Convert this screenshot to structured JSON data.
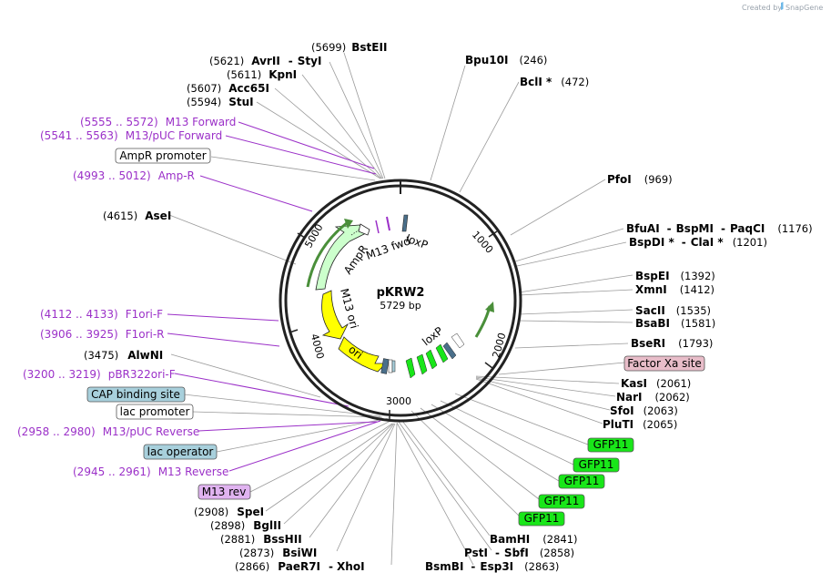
{
  "credit": {
    "prefix": "Created by",
    "brand": "SnapGene"
  },
  "plasmid": {
    "name": "pKRW2",
    "length_label": "5729 bp"
  },
  "ticks": [
    "1000",
    "2000",
    "3000",
    "4000",
    "5000"
  ],
  "inner_labels": {
    "loxp_top": "loxP",
    "m13fwd": "M13 fwd",
    "ampr": "AmpR",
    "m13ori": "M13 ori",
    "ori": "ori",
    "loxp_right": "loxP"
  },
  "colors": {
    "primer": "#9b30c8",
    "gfp": "#19e619",
    "ampr": "#ccffcc",
    "ori": "#ffff00",
    "feature_blue": "#a8d0dc",
    "factor_xa": "#e8bdc9",
    "m13rev": "#e0b3f0",
    "arrow_green": "#5cb85c"
  },
  "enzymes": {
    "bsteii": {
      "pos": "(5699)",
      "name": "BstEII"
    },
    "bpu10i": {
      "name": "Bpu10I",
      "pos": "(246)"
    },
    "avrii": {
      "pos": "(5621)",
      "name": "AvrII",
      "sep": "-",
      "name2": "StyI"
    },
    "kpni": {
      "pos": "(5611)",
      "name": "KpnI"
    },
    "acc65i": {
      "pos": "(5607)",
      "name": "Acc65I"
    },
    "stui": {
      "pos": "(5594)",
      "name": "StuI"
    },
    "bcli": {
      "name": "BclI *",
      "pos": "(472)"
    },
    "pfoi": {
      "name": "PfoI",
      "pos": "(969)"
    },
    "asei": {
      "pos": "(4615)",
      "name": "AseI"
    },
    "bfuai": {
      "name": "BfuAI",
      "sep": "-",
      "name2": "BspMI",
      "sep2": "-",
      "name3": "PaqCI",
      "pos": "(1176)"
    },
    "bspdi": {
      "name": "BspDI *",
      "sep": "-",
      "name2": "ClaI *",
      "pos": "(1201)"
    },
    "bspei": {
      "name": "BspEI",
      "pos": "(1392)"
    },
    "xmni": {
      "name": "XmnI",
      "pos": "(1412)"
    },
    "sacii": {
      "name": "SacII",
      "pos": "(1535)"
    },
    "bsabi": {
      "name": "BsaBI",
      "pos": "(1581)"
    },
    "bseri": {
      "name": "BseRI",
      "pos": "(1793)"
    },
    "alwni": {
      "pos": "(3475)",
      "name": "AlwNI"
    },
    "kasi": {
      "name": "KasI",
      "pos": "(2061)"
    },
    "nari": {
      "name": "NarI",
      "pos": "(2062)"
    },
    "sfoi": {
      "name": "SfoI",
      "pos": "(2063)"
    },
    "pluti": {
      "name": "PluTI",
      "pos": "(2065)"
    },
    "spei": {
      "pos": "(2908)",
      "name": "SpeI"
    },
    "bglii": {
      "pos": "(2898)",
      "name": "BglII"
    },
    "bsshii": {
      "pos": "(2881)",
      "name": "BssHII"
    },
    "bsiwi": {
      "pos": "(2873)",
      "name": "BsiWI"
    },
    "paer7i": {
      "pos": "(2866)",
      "name": "PaeR7I",
      "sep": "-",
      "name2": "XhoI"
    },
    "bamhi": {
      "name": "BamHI",
      "pos": "(2841)"
    },
    "psti": {
      "name": "PstI",
      "sep": "-",
      "name2": "SbfI",
      "pos": "(2858)"
    },
    "bsmbi": {
      "name": "BsmBI",
      "sep": "-",
      "name2": "Esp3I",
      "pos": "(2863)"
    }
  },
  "primers": {
    "m13fwd": {
      "range": "(5555 .. 5572)",
      "name": "M13 Forward"
    },
    "m13pucfwd": {
      "range": "(5541 .. 5563)",
      "name": "M13/pUC Forward"
    },
    "ampr": {
      "range": "(4993 .. 5012)",
      "name": "Amp-R"
    },
    "f1orif": {
      "range": "(4112 .. 4133)",
      "name": "F1ori-F"
    },
    "f1orir": {
      "range": "(3906 .. 3925)",
      "name": "F1ori-R"
    },
    "pbr322": {
      "range": "(3200 .. 3219)",
      "name": "pBR322ori-F"
    },
    "m13pucrev": {
      "range": "(2958 .. 2980)",
      "name": "M13/pUC Reverse"
    },
    "m13rev": {
      "range": "(2945 .. 2961)",
      "name": "M13 Reverse"
    }
  },
  "features": {
    "ampr_promoter": "AmpR promoter",
    "cap": "CAP binding site",
    "lac_promoter": "lac promoter",
    "lac_operator": "lac operator",
    "m13rev": "M13 rev",
    "factor_xa": "Factor Xa site",
    "gfp": [
      "GFP11",
      "GFP11",
      "GFP11",
      "GFP11",
      "GFP11"
    ]
  }
}
